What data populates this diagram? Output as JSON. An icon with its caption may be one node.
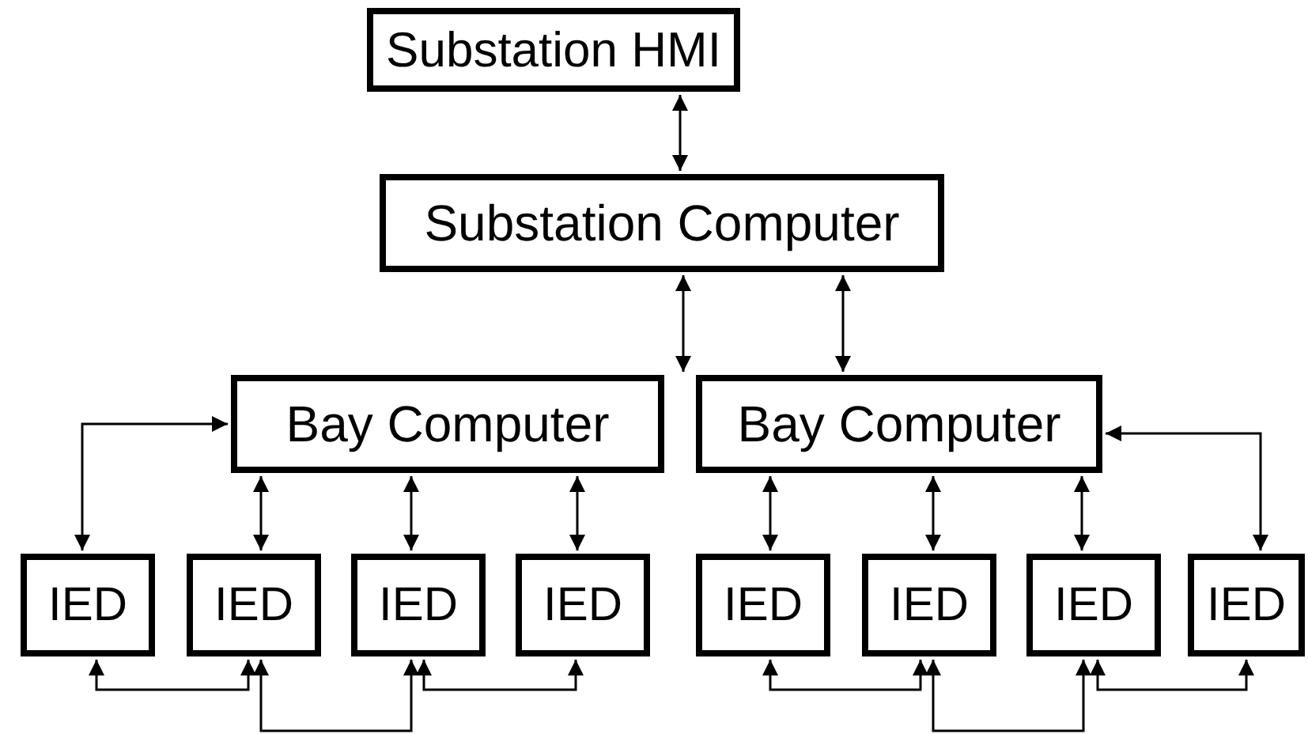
{
  "diagram": {
    "nodes": [
      {
        "text": [
          "Substation HMI"
        ]
      },
      {
        "text": [
          "Substation Computer"
        ]
      },
      {
        "text": [
          "Bay Computer"
        ]
      },
      {
        "text": [
          "Bay Computer"
        ]
      },
      {
        "text": [
          "IED"
        ]
      },
      {
        "text": [
          "IED"
        ]
      },
      {
        "text": [
          "IED"
        ]
      },
      {
        "text": [
          "IED"
        ]
      },
      {
        "text": [
          "IED"
        ]
      },
      {
        "text": [
          "IED"
        ]
      },
      {
        "text": [
          "IED"
        ]
      },
      {
        "text": [
          "IED"
        ]
      }
    ],
    "edges": [
      {
        "from": 0,
        "to": 1,
        "arrow": "both"
      },
      {
        "from": 1,
        "to": 2,
        "arrow": "both"
      },
      {
        "from": 1,
        "to": 3,
        "arrow": "both"
      },
      {
        "from": 2,
        "to": 4,
        "arrow": "both"
      },
      {
        "from": 2,
        "to": 5,
        "arrow": "both"
      },
      {
        "from": 2,
        "to": 6,
        "arrow": "both"
      },
      {
        "from": 2,
        "to": 7,
        "arrow": "both"
      },
      {
        "from": 3,
        "to": 8,
        "arrow": "both"
      },
      {
        "from": 3,
        "to": 9,
        "arrow": "both"
      },
      {
        "from": 3,
        "to": 10,
        "arrow": "both"
      },
      {
        "from": 3,
        "to": 11,
        "arrow": "both"
      },
      {
        "from": 4,
        "to": 5,
        "arrow": "both"
      },
      {
        "from": 5,
        "to": 6,
        "arrow": "both"
      },
      {
        "from": 6,
        "to": 7,
        "arrow": "both"
      },
      {
        "from": 8,
        "to": 9,
        "arrow": "both"
      },
      {
        "from": 9,
        "to": 10,
        "arrow": "both"
      },
      {
        "from": 10,
        "to": 11,
        "arrow": "both"
      }
    ]
  }
}
